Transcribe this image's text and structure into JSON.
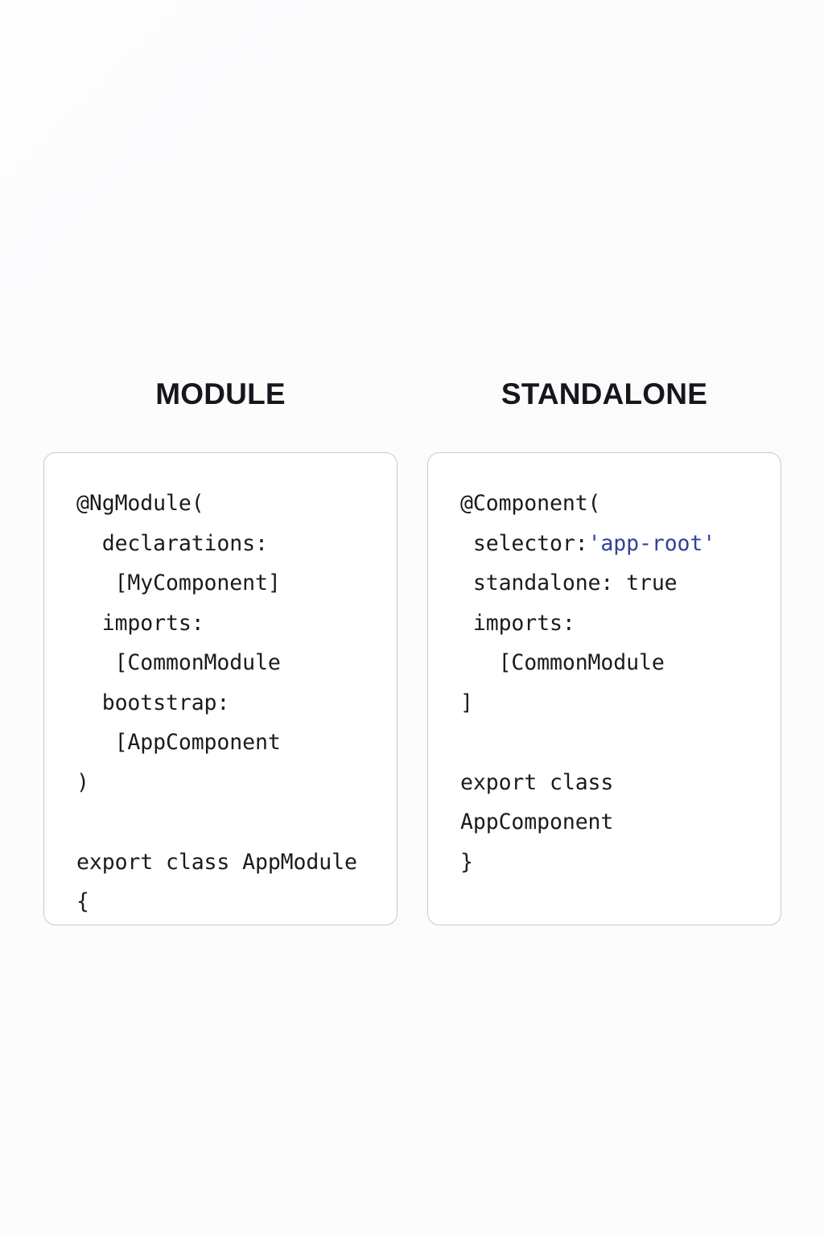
{
  "background_color": "#fcfcfd",
  "card": {
    "border_color": "#c3c9d4",
    "fill_color": "#ffffff"
  },
  "heading_color": "#15171c",
  "code_color": "#1b1b1e",
  "string_token_color": "#33409e",
  "columns": [
    {
      "id": "module",
      "heading": "MODULE",
      "code_lines": [
        {
          "text": "@NgModule("
        },
        {
          "text": "  declarations:"
        },
        {
          "text": "   [MyComponent]"
        },
        {
          "text": "  imports:"
        },
        {
          "text": "   [CommonModule"
        },
        {
          "text": "  bootstrap:"
        },
        {
          "text": "   [AppComponent"
        },
        {
          "text": ")"
        },
        {
          "text": ""
        },
        {
          "text": "export class AppModule {"
        }
      ]
    },
    {
      "id": "standalone",
      "heading": "STANDALONE",
      "code_lines": [
        {
          "text": "@Component("
        },
        {
          "pre": " selector:",
          "string": "'app-root'"
        },
        {
          "text": " standalone: true"
        },
        {
          "text": " imports:"
        },
        {
          "text": "   [CommonModule"
        },
        {
          "text": "]"
        },
        {
          "text": ""
        },
        {
          "text": "export class AppComponent"
        },
        {
          "text": "}"
        }
      ]
    }
  ]
}
